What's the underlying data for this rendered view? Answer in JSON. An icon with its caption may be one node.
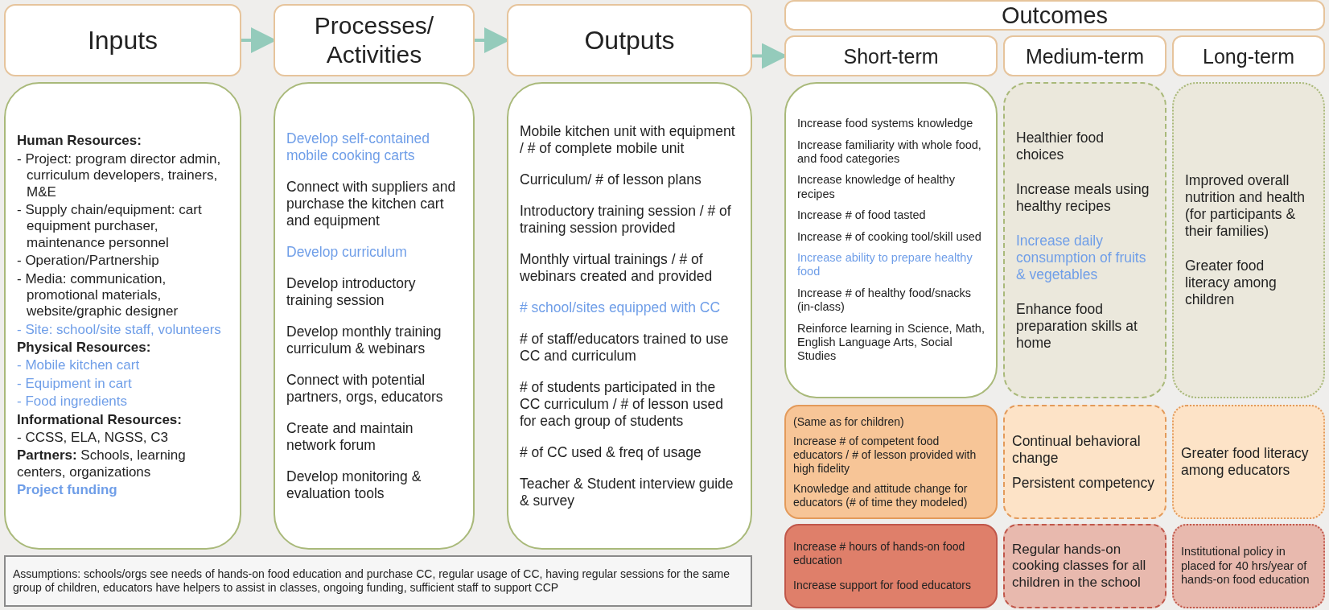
{
  "diagram": {
    "nodes": [
      {
        "text": [
          "Inputs"
        ]
      },
      {
        "text": [
          "Processes/ Activities"
        ]
      },
      {
        "text": [
          "Outputs"
        ]
      },
      {
        "text": [
          "Outcomes"
        ]
      },
      {
        "text": [
          "Short-term"
        ]
      },
      {
        "text": [
          "Medium-term"
        ]
      },
      {
        "text": [
          "Long-term"
        ]
      },
      {
        "text": [
          "Human Resources:",
          "- Project: program director admin, curriculum developers, trainers, M&E",
          "- Supply chain/equipment: cart equipment purchaser, maintenance personnel",
          "- Operation/Partnership",
          "- Media: communication, promotional materials, website/graphic designer",
          "- Site: school/site staff, volunteers",
          "Physical Resources:",
          "- Mobile kitchen cart",
          "- Equipment in cart",
          "- Food ingredients",
          "Informational Resources:",
          "- CCSS, ELA, NGSS, C3",
          "**Partners:** Schools, learning centers, organizations",
          "Project funding"
        ]
      },
      {
        "text": [
          "Develop self-contained mobile cooking carts",
          "Connect with suppliers and purchase the kitchen cart and equipment",
          "Develop curriculum",
          "Develop introductory training session",
          "Develop monthly training curriculum & webinars",
          "Connect with potential partners, orgs, educators",
          "Create and maintain network forum",
          "Develop monitoring & evaluation tools"
        ]
      },
      {
        "text": [
          "Mobile kitchen unit with equipment / # of complete mobile unit",
          "Curriculum/ # of lesson plans",
          "Introductory training session / # of training session provided",
          "Monthly virtual trainings / # of webinars created and provided",
          "# school/sites equipped with CC",
          "# of staff/educators trained to use CC and curriculum",
          "# of students participated in the CC curriculum / # of lesson used for each group of students",
          "# of CC used & freq of usage",
          "Teacher & Student interview guide & survey"
        ]
      },
      {
        "text": [
          "Increase food systems knowledge",
          "Increase familiarity with whole food, and food categories",
          "Increase knowledge of healthy recipes",
          "Increase # of food tasted",
          "Increase # of cooking tool/skill used",
          "Increase ability to prepare healthy food",
          "Increase # of healthy food/snacks (in-class)",
          "Reinforce learning in Science, Math, English Language Arts, Social Studies"
        ]
      },
      {
        "text": [
          "Healthier food choices",
          "Increase meals using healthy recipes",
          "Increase daily consumption of fruits & vegetables",
          "Enhance food preparation skills at home"
        ]
      },
      {
        "text": [
          "Improved overall nutrition and health (for participants & their families)",
          "Greater food literacy among children"
        ]
      },
      {
        "text": [
          "(Same as for children)",
          "Increase # of competent food educators / # of lesson provided with high fidelity",
          "Knowledge and attitude change for educators (# of time they modeled)"
        ]
      },
      {
        "text": [
          "Continual behavioral change",
          "Persistent competency"
        ]
      },
      {
        "text": [
          "Greater food literacy among educators"
        ]
      },
      {
        "text": [
          "Increase # hours of hands-on food education",
          "Increase support for food educators"
        ]
      },
      {
        "text": [
          "Regular hands-on cooking classes for all children in the school"
        ]
      },
      {
        "text": [
          "Institutional policy in placed for 40 hrs/year of hands-on food education"
        ]
      },
      {
        "text": [
          "Assumptions: schools/orgs see needs of hands-on food education and purchase CC, regular usage of CC, having regular sessions for the same group of children, educators have helpers to assist in classes, ongoing funding, sufficient staff to support CCP"
        ]
      }
    ],
    "edges": [
      {
        "from": 0,
        "to": 1,
        "arrow": "to"
      },
      {
        "from": 1,
        "to": 2,
        "arrow": "to"
      },
      {
        "from": 2,
        "to": 4,
        "arrow": "to"
      }
    ]
  }
}
